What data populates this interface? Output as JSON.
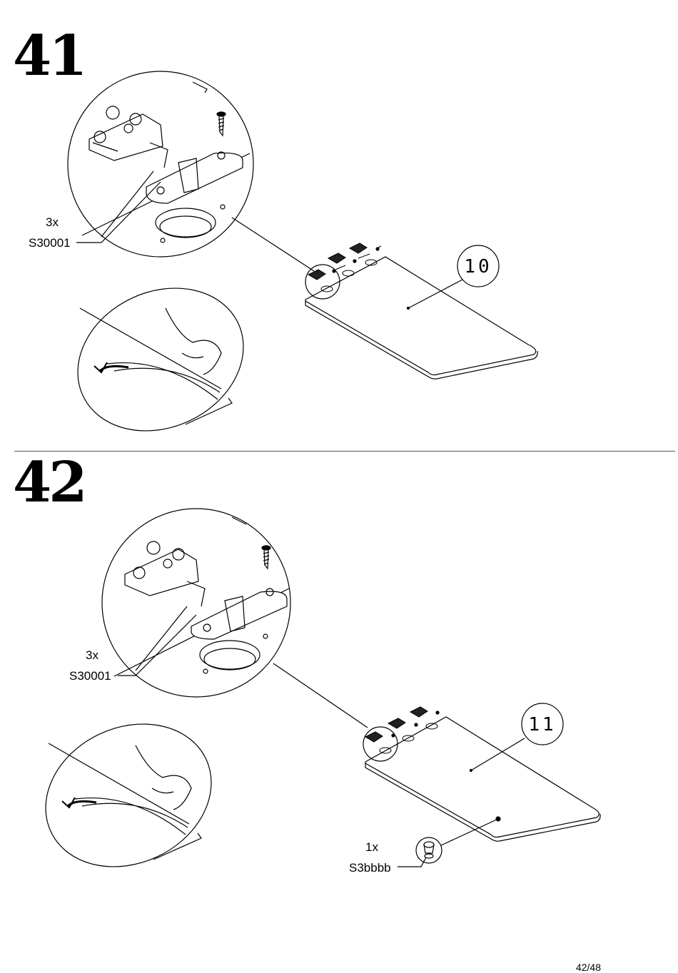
{
  "page": {
    "page_number": "42/48"
  },
  "steps": [
    {
      "number": "41",
      "hinge_callout": {
        "quantity": "3x",
        "part_code": "S30001"
      },
      "panel_tag": "10"
    },
    {
      "number": "42",
      "hinge_callout": {
        "quantity": "3x",
        "part_code": "S30001"
      },
      "panel_tag": "11",
      "plug_callout": {
        "quantity": "1x",
        "part_code": "S3bbbb"
      }
    }
  ]
}
